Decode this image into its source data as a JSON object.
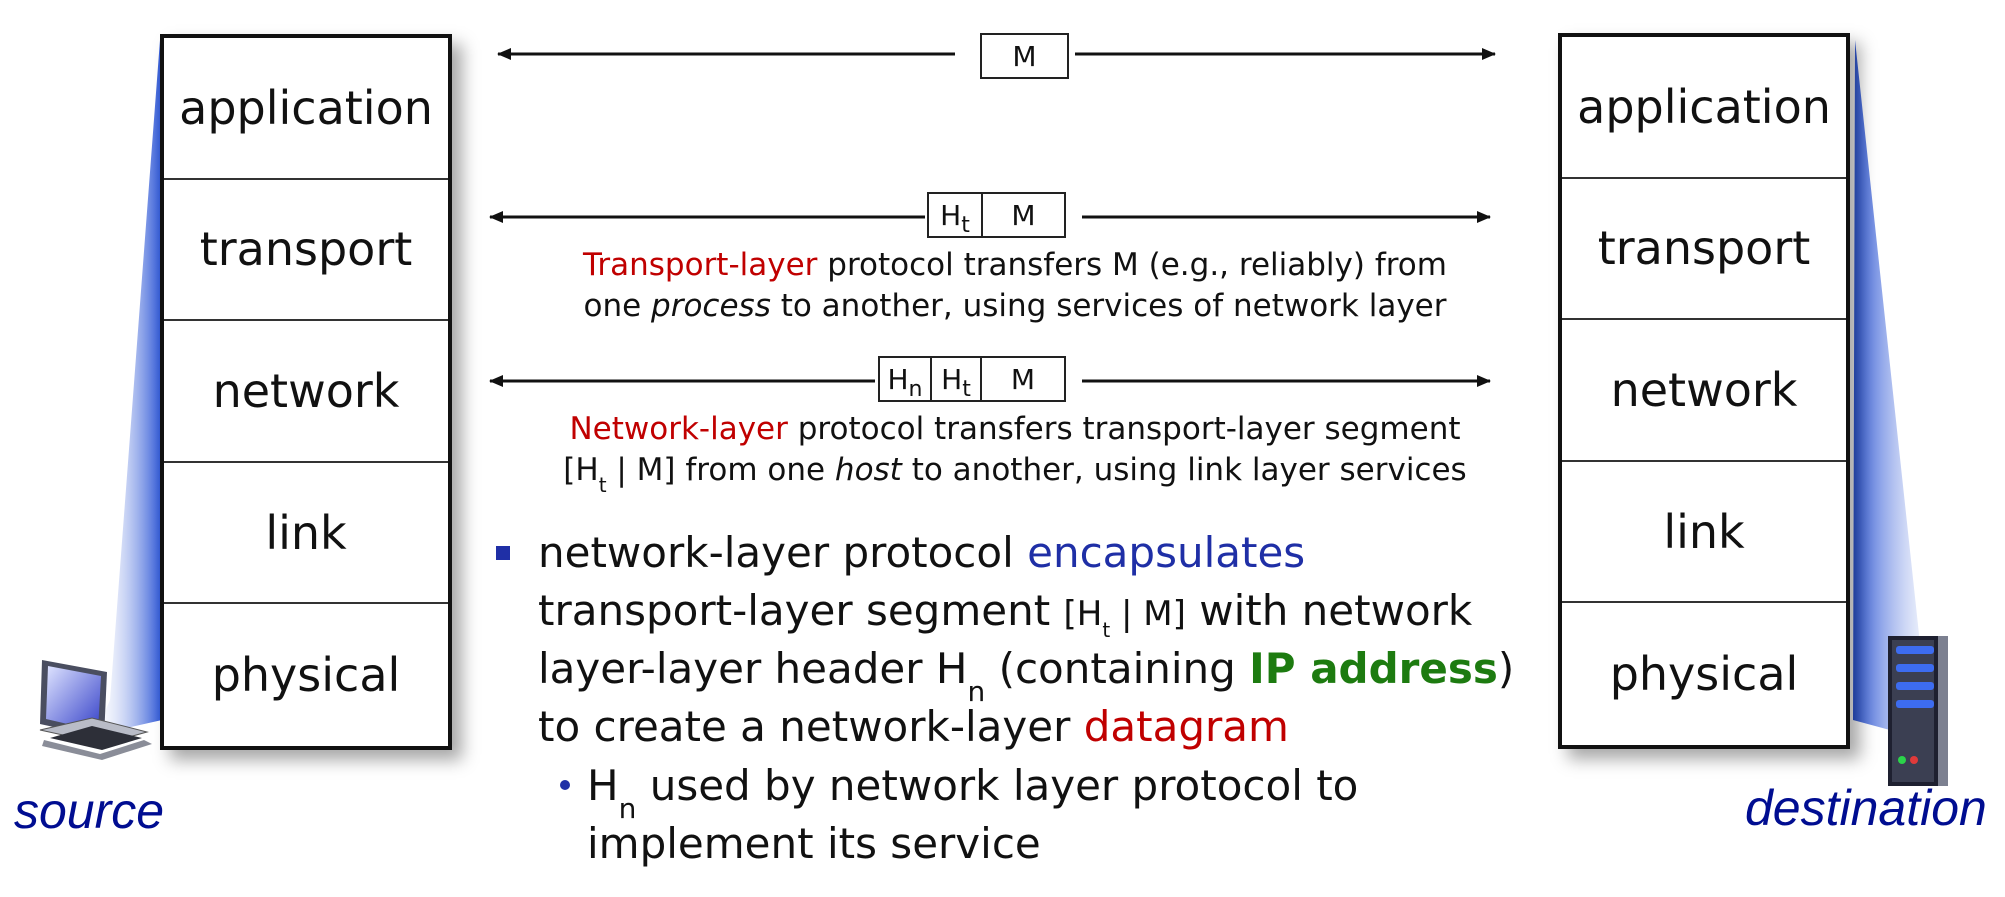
{
  "source_stack": {
    "layers": [
      "application",
      "transport",
      "network",
      "link",
      "physical"
    ],
    "label": "source"
  },
  "destination_stack": {
    "layers": [
      "application",
      "transport",
      "network",
      "link",
      "physical"
    ],
    "label": "destination"
  },
  "application_row": {
    "packet": "M"
  },
  "transport_row": {
    "packet": {
      "header": "H",
      "header_sub": "t",
      "payload": "M"
    },
    "desc_line1_red": "Transport-layer",
    "desc_line1_rest": " protocol transfers M (e.g., reliably) from",
    "desc_line2_pre": "one ",
    "desc_line2_italic": "process",
    "desc_line2_post": " to another, using services of network layer"
  },
  "network_row": {
    "packet": {
      "header1": "H",
      "header1_sub": "n",
      "header2": "H",
      "header2_sub": "t",
      "payload": "M"
    },
    "desc_line1_red": "Network-layer",
    "desc_line1_rest": " protocol transfers transport-layer segment",
    "desc_line2_pre": "[H",
    "desc_line2_sub": "t",
    "desc_line2_mid": " | M] from one ",
    "desc_line2_italic": "host",
    "desc_line2_post": " to another, using link layer services"
  },
  "bullet": {
    "l1_pre": "network-layer protocol ",
    "l1_blue": "encapsulates",
    "l2_pre": "transport-layer segment  ",
    "l2_bracket": "[H",
    "l2_sub": "t",
    "l2_bracket_end": " | M]",
    "l2_post": " with network",
    "l3_pre": "layer-layer header H",
    "l3_sub": "n",
    "l3_mid": "  (containing ",
    "l3_green": "IP address",
    "l3_post": ")",
    "l4_pre": "to create a network-layer ",
    "l4_red": "datagram"
  },
  "sub_bullet": {
    "l1_pre": "H",
    "l1_sub": "n",
    "l1_post": "  used by network layer protocol to",
    "l2": "implement its service"
  },
  "colors": {
    "accent_blue": "#1f2fa6",
    "label_blue": "#000d91",
    "red": "#c00000",
    "green": "#1d7b10"
  },
  "icons": [
    "laptop-icon",
    "server-icon"
  ]
}
